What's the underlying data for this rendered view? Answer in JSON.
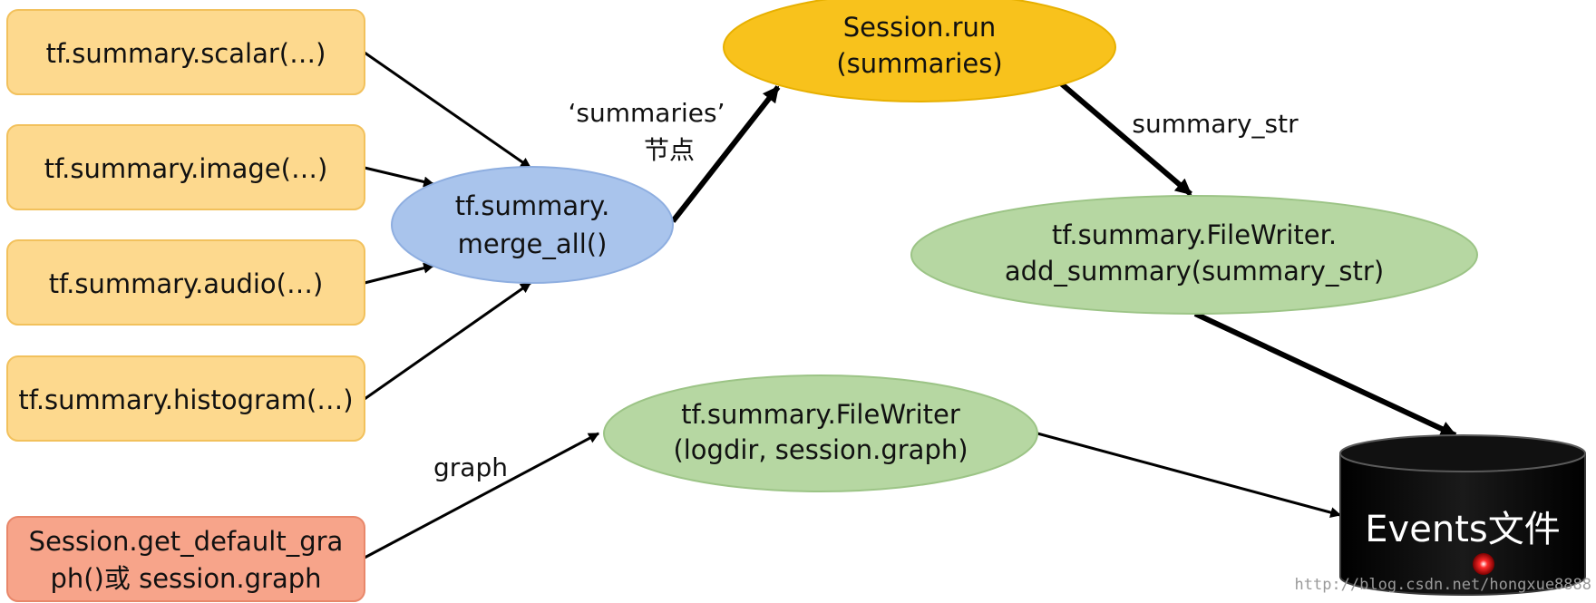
{
  "colors": {
    "box_fill": "#FDD98E",
    "box_stroke": "#F2C15C",
    "red_box_fill": "#F7A48A",
    "red_box_stroke": "#E8876A",
    "merge_fill": "#A9C4EC",
    "merge_stroke": "#8EAEE0",
    "run_fill": "#F8C21C",
    "run_stroke": "#E7B000",
    "green_fill": "#B6D7A2",
    "green_stroke": "#9CC486",
    "db_fill": "#000000",
    "db_stroke": "#3a3a3a",
    "arrow": "#000000"
  },
  "nodes": {
    "scalar": "tf.summary.scalar(…)",
    "image": "tf.summary.image(…)",
    "audio": "tf.summary.audio(…)",
    "histogram": "tf.summary.histogram(…)",
    "graph_source": {
      "line1": "Session.get_default_gra",
      "line2": "ph()或 session.graph"
    },
    "merge_all": {
      "line1": "tf.summary.",
      "line2": "merge_all()"
    },
    "session_run": {
      "line1": "Session.run",
      "line2": "(summaries)"
    },
    "add_summary": {
      "line1": "tf.summary.FileWriter.",
      "line2": "add_summary(summary_str)"
    },
    "filewriter": {
      "line1": "tf.summary.FileWriter",
      "line2": "(logdir, session.graph)"
    },
    "events_file": "Events文件"
  },
  "edge_labels": {
    "summaries_line1": "‘summaries’",
    "summaries_line2": "节点",
    "summary_str": "summary_str",
    "graph": "graph"
  },
  "watermark": "http://blog.csdn.net/hongxue8888"
}
